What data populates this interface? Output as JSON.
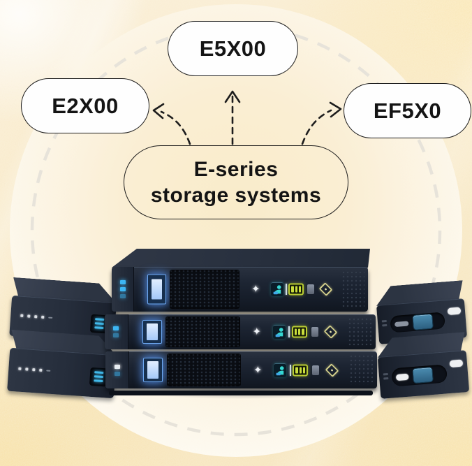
{
  "diagram": {
    "nodes": {
      "top": "E5X00",
      "left": "E2X00",
      "right": "EF5X0"
    },
    "center": {
      "line1": "E-series",
      "line2": "storage systems"
    }
  },
  "icons": {
    "sparkle": "✦"
  },
  "colors": {
    "background": "#f8e9c5",
    "halo_fill": "#fdfaf3",
    "ring_dash": "#e7e3da",
    "node_fill": "#fefefe",
    "outline": "#1c1c1c",
    "arrow": "#1d1d1d",
    "chassis_dark": "#1c2430",
    "led_blue": "#3db5f2",
    "display_blue": "#cfe3ff",
    "teal_accent": "#35d8d2",
    "lime_accent": "#c3d63a",
    "diamond_yellow": "#d6d28c",
    "button_blue": "#3c7ea6"
  }
}
